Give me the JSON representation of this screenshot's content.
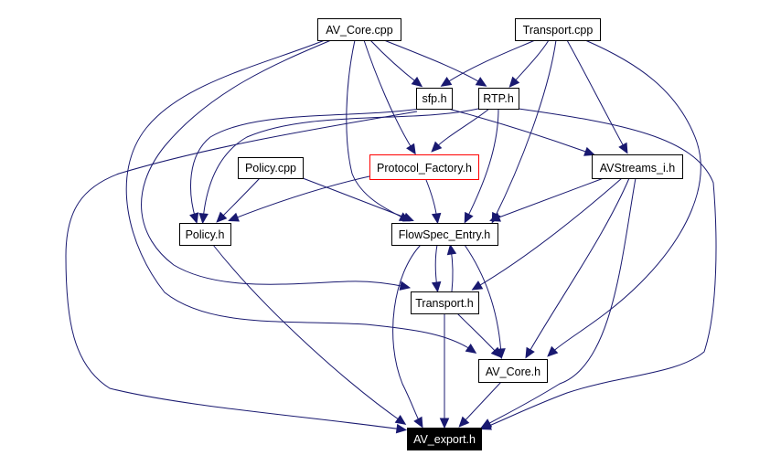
{
  "diagram": {
    "title": "AV_export.h include dependency graph",
    "edge_color": "#191970",
    "nodes": [
      {
        "id": "av_core_cpp",
        "label": "AV_Core.cpp",
        "style": "normal"
      },
      {
        "id": "transport_cpp",
        "label": "Transport.cpp",
        "style": "normal"
      },
      {
        "id": "sfp_h",
        "label": "sfp.h",
        "style": "normal"
      },
      {
        "id": "rtp_h",
        "label": "RTP.h",
        "style": "normal"
      },
      {
        "id": "policy_cpp",
        "label": "Policy.cpp",
        "style": "normal"
      },
      {
        "id": "protocol_factory_h",
        "label": "Protocol_Factory.h",
        "style": "highlight",
        "border_color": "#ff0000"
      },
      {
        "id": "avstreams_i_h",
        "label": "AVStreams_i.h",
        "style": "normal"
      },
      {
        "id": "policy_h",
        "label": "Policy.h",
        "style": "normal"
      },
      {
        "id": "flowspec_entry_h",
        "label": "FlowSpec_Entry.h",
        "style": "normal"
      },
      {
        "id": "transport_h",
        "label": "Transport.h",
        "style": "normal"
      },
      {
        "id": "av_core_h",
        "label": "AV_Core.h",
        "style": "normal"
      },
      {
        "id": "av_export_h",
        "label": "AV_export.h",
        "style": "root",
        "fill_color": "#000000",
        "text_color": "#ffffff"
      }
    ],
    "edges": [
      {
        "from": "AV_Core.cpp",
        "to": "sfp.h"
      },
      {
        "from": "AV_Core.cpp",
        "to": "RTP.h"
      },
      {
        "from": "AV_Core.cpp",
        "to": "Protocol_Factory.h"
      },
      {
        "from": "AV_Core.cpp",
        "to": "FlowSpec_Entry.h"
      },
      {
        "from": "AV_Core.cpp",
        "to": "Transport.h"
      },
      {
        "from": "AV_Core.cpp",
        "to": "AV_Core.h"
      },
      {
        "from": "Transport.cpp",
        "to": "sfp.h"
      },
      {
        "from": "Transport.cpp",
        "to": "RTP.h"
      },
      {
        "from": "Transport.cpp",
        "to": "AVStreams_i.h"
      },
      {
        "from": "Transport.cpp",
        "to": "FlowSpec_Entry.h"
      },
      {
        "from": "Transport.cpp",
        "to": "AV_Core.h"
      },
      {
        "from": "sfp.h",
        "to": "Policy.h"
      },
      {
        "from": "sfp.h",
        "to": "AVStreams_i.h"
      },
      {
        "from": "sfp.h",
        "to": "AV_export.h"
      },
      {
        "from": "RTP.h",
        "to": "Protocol_Factory.h"
      },
      {
        "from": "RTP.h",
        "to": "Policy.h"
      },
      {
        "from": "RTP.h",
        "to": "FlowSpec_Entry.h"
      },
      {
        "from": "RTP.h",
        "to": "AV_export.h"
      },
      {
        "from": "Policy.cpp",
        "to": "Policy.h"
      },
      {
        "from": "Policy.cpp",
        "to": "FlowSpec_Entry.h"
      },
      {
        "from": "Protocol_Factory.h",
        "to": "Policy.h"
      },
      {
        "from": "Protocol_Factory.h",
        "to": "FlowSpec_Entry.h"
      },
      {
        "from": "AVStreams_i.h",
        "to": "FlowSpec_Entry.h"
      },
      {
        "from": "AVStreams_i.h",
        "to": "Transport.h"
      },
      {
        "from": "AVStreams_i.h",
        "to": "AV_Core.h"
      },
      {
        "from": "AVStreams_i.h",
        "to": "AV_export.h"
      },
      {
        "from": "Policy.h",
        "to": "AV_export.h"
      },
      {
        "from": "FlowSpec_Entry.h",
        "to": "Transport.h"
      },
      {
        "from": "FlowSpec_Entry.h",
        "to": "AV_Core.h"
      },
      {
        "from": "FlowSpec_Entry.h",
        "to": "AV_export.h"
      },
      {
        "from": "Transport.h",
        "to": "FlowSpec_Entry.h"
      },
      {
        "from": "Transport.h",
        "to": "AV_Core.h"
      },
      {
        "from": "Transport.h",
        "to": "AV_export.h"
      },
      {
        "from": "AV_Core.h",
        "to": "AV_export.h"
      }
    ]
  }
}
